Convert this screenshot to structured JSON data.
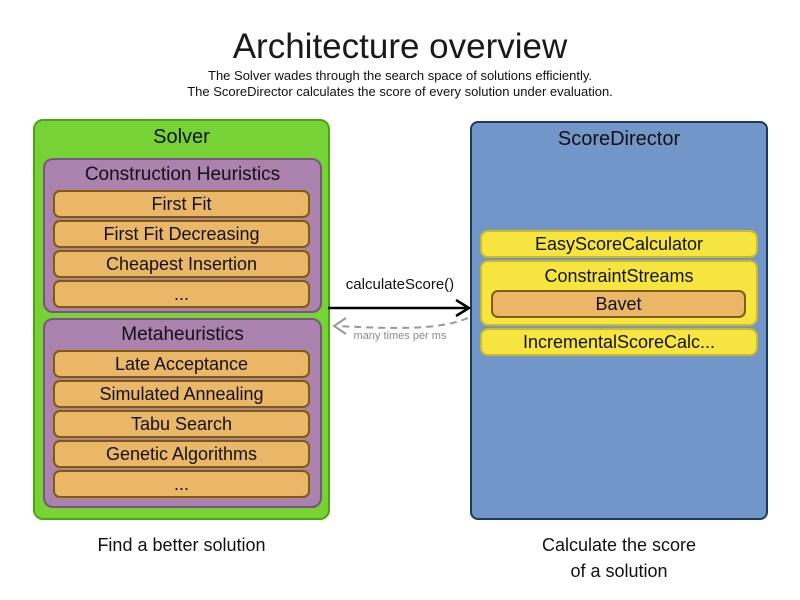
{
  "title": "Architecture overview",
  "subtitle_line1": "The Solver wades through the search space of solutions efficiently.",
  "subtitle_line2": "The ScoreDirector calculates the score of every solution under evaluation.",
  "solver": {
    "label": "Solver",
    "caption": "Find a better solution",
    "groups": [
      {
        "label": "Construction Heuristics",
        "items": [
          "First Fit",
          "First Fit Decreasing",
          "Cheapest Insertion",
          "..."
        ]
      },
      {
        "label": "Metaheuristics",
        "items": [
          "Late Acceptance",
          "Simulated Annealing",
          "Tabu Search",
          "Genetic Algorithms",
          "..."
        ]
      }
    ]
  },
  "score_director": {
    "label": "ScoreDirector",
    "caption_line1": "Calculate the score",
    "caption_line2": "of a solution",
    "items": [
      {
        "label": "EasyScoreCalculator",
        "children": []
      },
      {
        "label": "ConstraintStreams",
        "children": [
          "Bavet"
        ]
      },
      {
        "label": "IncrementalScoreCalc...",
        "children": []
      }
    ]
  },
  "arrows": {
    "call_label": "calculateScore()",
    "frequency_label": "many times per ms"
  },
  "colors": {
    "solver_fill": "#77D335",
    "solver_border": "#4DA511",
    "group_fill": "#AB81AD",
    "group_border": "#7C5480",
    "item_fill": "#E9B767",
    "item_border": "#7F5C05",
    "director_fill": "#7296C8",
    "director_border": "#1B3A61",
    "calculator_fill": "#F6E53F",
    "calculator_border": "#C9B830",
    "arrow_solid": "#000000",
    "arrow_dashed": "#999999"
  }
}
